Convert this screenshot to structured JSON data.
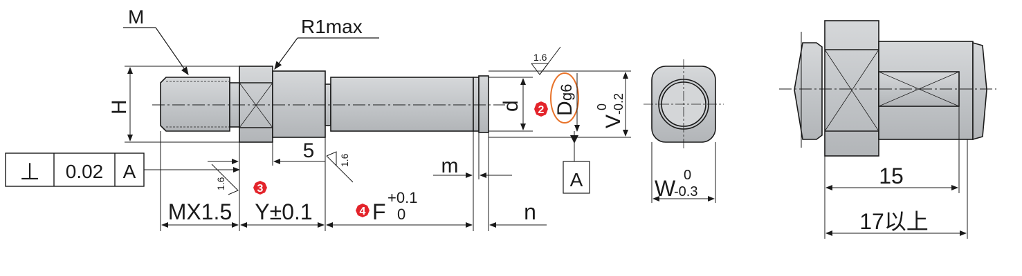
{
  "labels": {
    "m_label": "M",
    "r1max": "R1max",
    "h": "H",
    "d": "d",
    "dg6_main": "D",
    "dg6_sub": "g6",
    "v_main": "V",
    "v_upper": "0",
    "v_lower": "-0.2",
    "roughness_top": "1.6",
    "roughness_mid": "1.6",
    "roughness_left": "1.6",
    "five": "5",
    "m_dim": "m",
    "n_dim": "n",
    "datum_a": "A",
    "mx15": "MX1.5",
    "y_tol": "Y±0.1",
    "f_main": "F",
    "f_upper": "+0.1",
    "f_lower": "0",
    "w_main": "W",
    "w_upper": "0",
    "w_lower": "-0.3",
    "dim_15": "15",
    "dim_17": "17以上"
  },
  "tolerance_frame": {
    "symbol": "⊥",
    "value": "0.02",
    "datum": "A"
  },
  "badges": [
    "2",
    "3",
    "4"
  ],
  "colors": {
    "line": "#1a1a1a",
    "body_fill": "#c9ccce",
    "body_fill_dark": "#b5b8bb",
    "badge": "#e3242b",
    "highlight": "#e8732a"
  }
}
